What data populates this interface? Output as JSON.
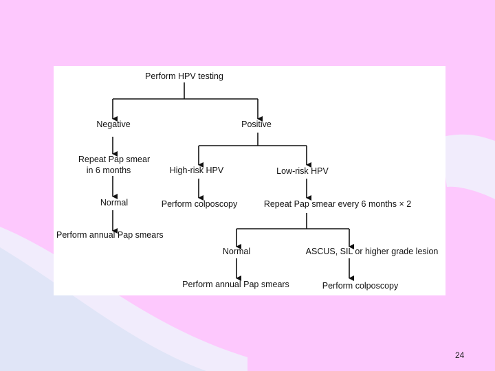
{
  "flowchart": {
    "nodes": {
      "perform_hpv_testing": "Perform HPV testing",
      "negative": "Negative",
      "positive": "Positive",
      "repeat_pap_line1": "Repeat Pap smear",
      "repeat_pap_line2": "in 6 months",
      "high_risk_hpv": "High-risk HPV",
      "low_risk_hpv": "Low-risk HPV",
      "normal_left": "Normal",
      "perform_colposcopy_1": "Perform colposcopy",
      "repeat_pap_every": "Repeat Pap smear every 6 months × 2",
      "perform_annual_left": "Perform annual Pap smears",
      "normal_right": "Normal",
      "ascus": "ASCUS, SIL or higher grade lesion",
      "perform_annual_right": "Perform annual Pap smears",
      "perform_colposcopy_2": "Perform colposcopy"
    }
  },
  "slide": {
    "page_number": "24",
    "colors": {
      "background": "#fdc8fd",
      "panel": "#ffffff",
      "swoosh": "#e6ecfa"
    }
  }
}
